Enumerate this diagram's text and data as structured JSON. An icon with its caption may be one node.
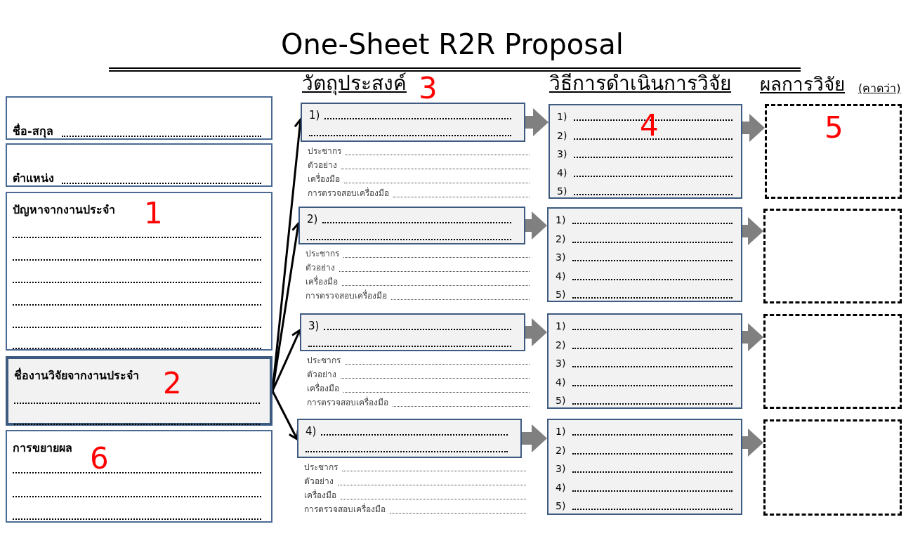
{
  "diagram": {
    "title": "One-Sheet R2R Proposal",
    "nodes": [
      {
        "text": [
          "ชื่อ-สกุล"
        ]
      },
      {
        "text": [
          "ตำแหน่ง"
        ]
      },
      {
        "text": [
          "ปัญหาจากงานประจำ",
          "1"
        ]
      },
      {
        "text": [
          "ชื่องานวิจัยจากงานประจำ",
          "2"
        ]
      },
      {
        "text": [
          "การขยายผล",
          "6"
        ]
      },
      {
        "text": [
          "1)"
        ],
        "beside": [
          "ประชากร",
          "ตัวอย่าง",
          "เครื่องมือ",
          "การตรวจสอบเครื่องมือ"
        ]
      },
      {
        "text": [
          "2)"
        ],
        "beside": [
          "ประชากร",
          "ตัวอย่าง",
          "เครื่องมือ",
          "การตรวจสอบเครื่องมือ"
        ]
      },
      {
        "text": [
          "3)"
        ],
        "beside": [
          "ประชากร",
          "ตัวอย่าง",
          "เครื่องมือ",
          "การตรวจสอบเครื่องมือ"
        ]
      },
      {
        "text": [
          "4)"
        ],
        "beside": [
          "ประชากร",
          "ตัวอย่าง",
          "เครื่องมือ",
          "การตรวจสอบเครื่องมือ"
        ]
      },
      {
        "text": [
          "1)",
          "2)",
          "3)",
          "4)",
          "5)",
          "4"
        ]
      },
      {
        "text": [
          "1)",
          "2)",
          "3)",
          "4)",
          "5)"
        ]
      },
      {
        "text": [
          "1)",
          "2)",
          "3)",
          "4)",
          "5)"
        ]
      },
      {
        "text": [
          "1)",
          "2)",
          "3)",
          "4)",
          "5)"
        ]
      },
      {
        "text": [
          "5"
        ]
      },
      {
        "text": [],
        "shape": "box"
      },
      {
        "text": [],
        "shape": "box"
      },
      {
        "text": [],
        "shape": "box"
      }
    ],
    "edges": [
      {
        "from": 3,
        "to": 5,
        "arrow": "to",
        "color": "#000000"
      },
      {
        "from": 3,
        "to": 6,
        "arrow": "to",
        "color": "#000000"
      },
      {
        "from": 3,
        "to": 7,
        "arrow": "to",
        "color": "#000000"
      },
      {
        "from": 3,
        "to": 8,
        "arrow": "to",
        "color": "#000000"
      },
      {
        "from": 5,
        "to": 9,
        "arrow": "to",
        "style": "thick"
      },
      {
        "from": 6,
        "to": 10,
        "arrow": "to",
        "style": "thick"
      },
      {
        "from": 7,
        "to": 11,
        "arrow": "to",
        "style": "thick"
      },
      {
        "from": 8,
        "to": 12,
        "arrow": "to",
        "style": "thick"
      },
      {
        "from": 9,
        "to": 13,
        "arrow": "to",
        "style": "thick"
      },
      {
        "from": 10,
        "to": 14,
        "arrow": "to",
        "style": "thick"
      },
      {
        "from": 11,
        "to": 15,
        "arrow": "to",
        "style": "thick"
      },
      {
        "from": 12,
        "to": 16,
        "arrow": "to",
        "style": "thick"
      }
    ],
    "labels": [
      "วัตถุประสงค์",
      "3",
      "วิธีการดำเนินการวิจัย",
      "ผลการวิจัย",
      "(คาดว่า)"
    ]
  }
}
